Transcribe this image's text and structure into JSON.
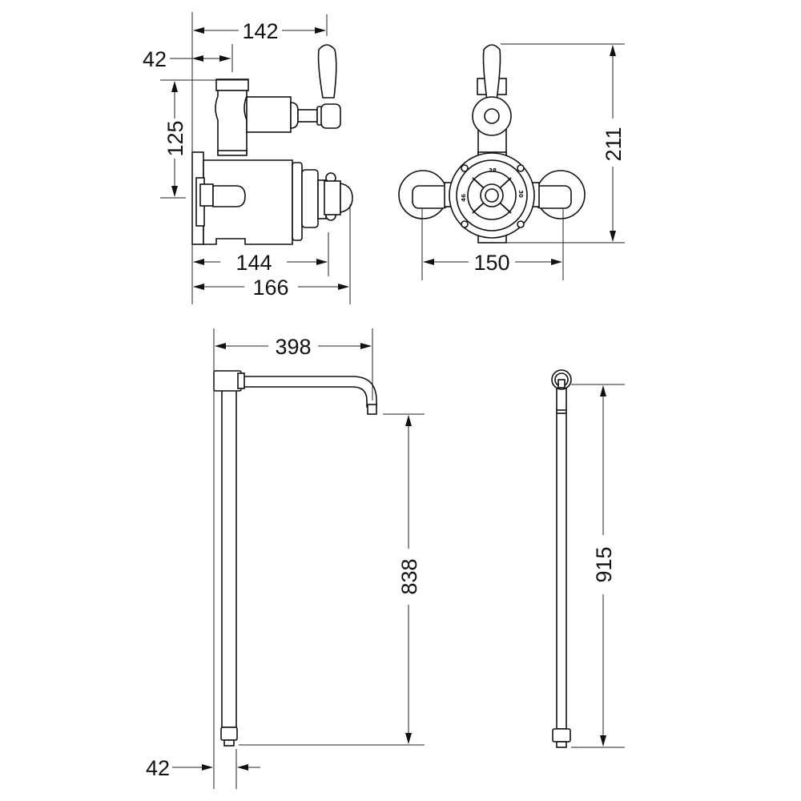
{
  "dimensions": {
    "side_view": {
      "width_to_lever": "142",
      "offset": "42",
      "height": "125",
      "depth_body": "144",
      "depth_total": "166"
    },
    "front_view": {
      "height": "211",
      "centres": "150"
    },
    "riser": {
      "spout_projection": "398",
      "height_to_outlet": "838",
      "wall_offset": "42"
    },
    "rail": {
      "height": "915"
    }
  },
  "dial_labels": {
    "top": "38",
    "left": "46",
    "right": "30"
  },
  "colors": {
    "line": "#111111",
    "background": "#ffffff"
  }
}
